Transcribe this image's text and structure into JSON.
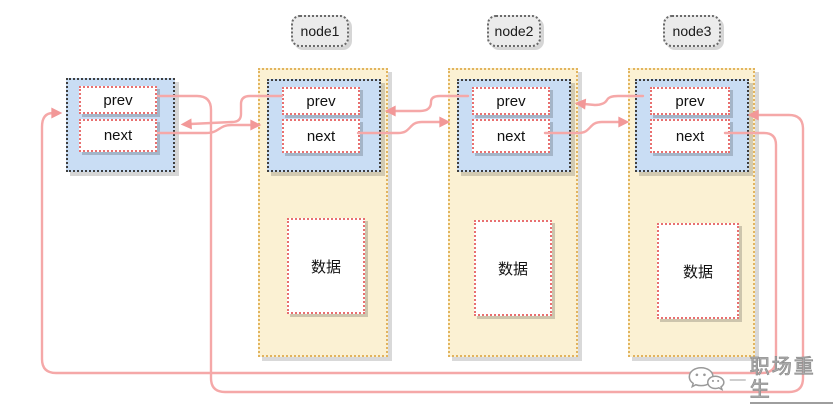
{
  "diagram": {
    "head": {
      "prev_label": "prev",
      "next_label": "next"
    },
    "nodes": [
      {
        "label": "node1",
        "prev_label": "prev",
        "next_label": "next",
        "data_label": "数据"
      },
      {
        "label": "node2",
        "prev_label": "prev",
        "next_label": "next",
        "data_label": "数据"
      },
      {
        "label": "node3",
        "prev_label": "prev",
        "next_label": "next",
        "data_label": "数据"
      }
    ],
    "edges": [
      {
        "from": "head.next",
        "to": "node1"
      },
      {
        "from": "node1.prev",
        "to": "head"
      },
      {
        "from": "node1.next",
        "to": "node2"
      },
      {
        "from": "node2.prev",
        "to": "node1"
      },
      {
        "from": "node2.next",
        "to": "node3"
      },
      {
        "from": "node3.prev",
        "to": "node2"
      },
      {
        "from": "node3.next",
        "to": "head"
      },
      {
        "from": "head.prev",
        "to": "node3"
      }
    ],
    "colors": {
      "node_fill": "#fbf1d3",
      "node_border": "#e2b45e",
      "pointer_fill": "#c9ddf4",
      "field_fill": "#ffffff",
      "field_border": "#e87070",
      "arrow": "#f5a8a8",
      "label_chip_fill": "#ebebeb",
      "watermark_gray": "#9e9e9e"
    },
    "watermark": {
      "dash": "—",
      "text": "职场重生"
    }
  }
}
